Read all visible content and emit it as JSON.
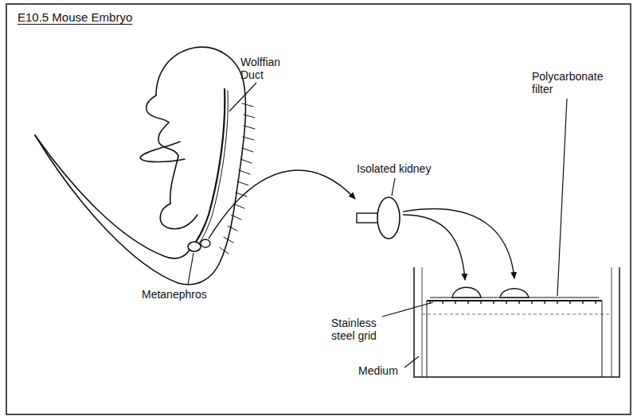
{
  "diagram": {
    "title": "E10.5 Mouse Embryo",
    "labels": [
      "Wolffian Duct",
      "Metanephros",
      "Isolated kidney",
      "Polycarbonate filter",
      "Stainless steel grid",
      "Medium"
    ]
  }
}
